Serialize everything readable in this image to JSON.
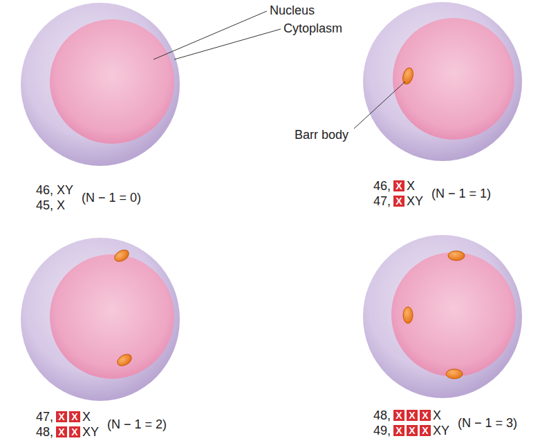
{
  "diagram": {
    "labels": [
      "Nucleus",
      "Cytoplasm",
      "Barr body",
      "46, XY",
      "45, X",
      "(N − 1 = 0)",
      "46,",
      "X",
      "X",
      "47,",
      "X",
      "XY",
      "(N − 1 = 1)",
      "47,",
      "X",
      "X",
      "X",
      "48,",
      "X",
      "X",
      "XY",
      "(N − 1 = 2)",
      "48,",
      "X",
      "X",
      "X",
      "X",
      "49,",
      "X",
      "X",
      "X",
      "XY",
      "(N − 1 = 3)"
    ]
  }
}
